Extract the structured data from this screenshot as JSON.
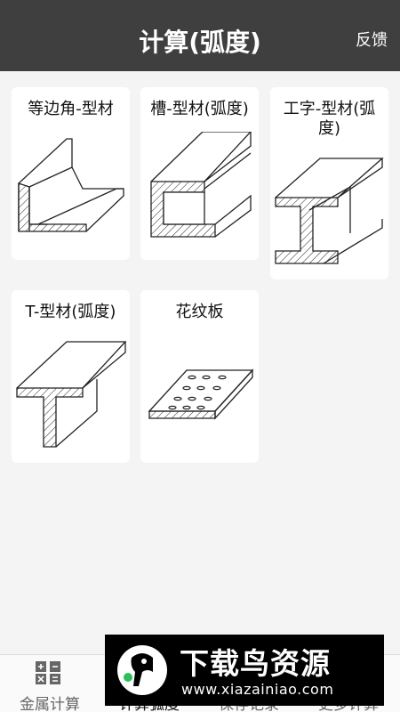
{
  "header": {
    "title": "计算(弧度)",
    "feedback_label": "反馈"
  },
  "cards": [
    {
      "label": "等边角-型材",
      "icon": "equal-angle-steel-icon"
    },
    {
      "label": "槽-型材(弧度)",
      "icon": "channel-steel-icon"
    },
    {
      "label": "工字-型材(弧度)",
      "icon": "i-beam-icon"
    },
    {
      "label": "T-型材(弧度)",
      "icon": "t-beam-icon"
    },
    {
      "label": "花纹板",
      "icon": "checkered-plate-icon"
    }
  ],
  "tabs": [
    {
      "label": "金属计算",
      "icon": "calculator-icon"
    },
    {
      "label": "计算弧度",
      "icon": ""
    },
    {
      "label": "保存记录",
      "icon": ""
    },
    {
      "label": "更多计算",
      "icon": ""
    }
  ],
  "watermark": {
    "title": "下载鸟资源",
    "url": "www.xiazainiao.com"
  },
  "colors": {
    "header_bg": "#3f3f3f",
    "page_bg": "#f4f4f4",
    "card_bg": "#ffffff"
  }
}
